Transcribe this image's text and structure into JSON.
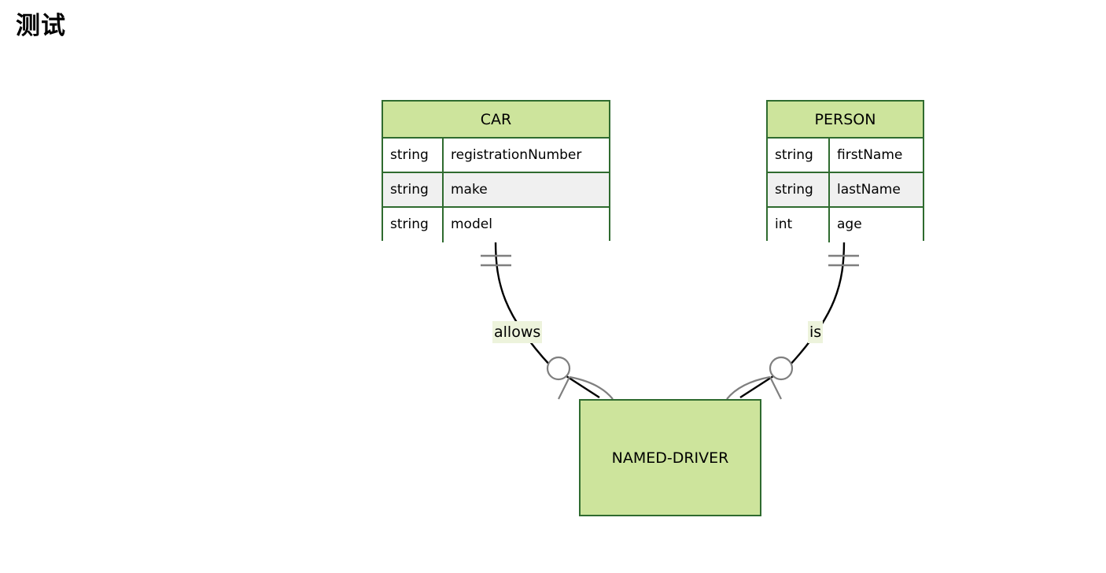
{
  "page": {
    "title": "测试",
    "background_color": "#ffffff"
  },
  "theme": {
    "entity_fill": "#cde49c",
    "entity_border": "#2f6b2f",
    "row_alt_fill": "#f0f0f0",
    "row_fill": "#ffffff",
    "label_highlight": "#edf3dc",
    "line_color": "#000000",
    "marker_color": "#7f7f7f",
    "text_color": "#000000"
  },
  "diagram": {
    "type": "entity-relationship",
    "notation": "crows-foot",
    "entities": [
      {
        "id": "car",
        "name": "CAR",
        "attributes": [
          {
            "type": "string",
            "name": "registrationNumber"
          },
          {
            "type": "string",
            "name": "make"
          },
          {
            "type": "string",
            "name": "model"
          }
        ]
      },
      {
        "id": "person",
        "name": "PERSON",
        "attributes": [
          {
            "type": "string",
            "name": "firstName"
          },
          {
            "type": "string",
            "name": "lastName"
          },
          {
            "type": "int",
            "name": "age"
          }
        ]
      },
      {
        "id": "named-driver",
        "name": "NAMED-DRIVER",
        "attributes": []
      }
    ],
    "relationships": [
      {
        "id": "allows",
        "label": "allows",
        "from": "CAR",
        "to": "NAMED-DRIVER",
        "from_cardinality": "exactly-one",
        "to_cardinality": "zero-or-more"
      },
      {
        "id": "is",
        "label": "is",
        "from": "PERSON",
        "to": "NAMED-DRIVER",
        "from_cardinality": "exactly-one",
        "to_cardinality": "zero-or-more"
      }
    ]
  }
}
